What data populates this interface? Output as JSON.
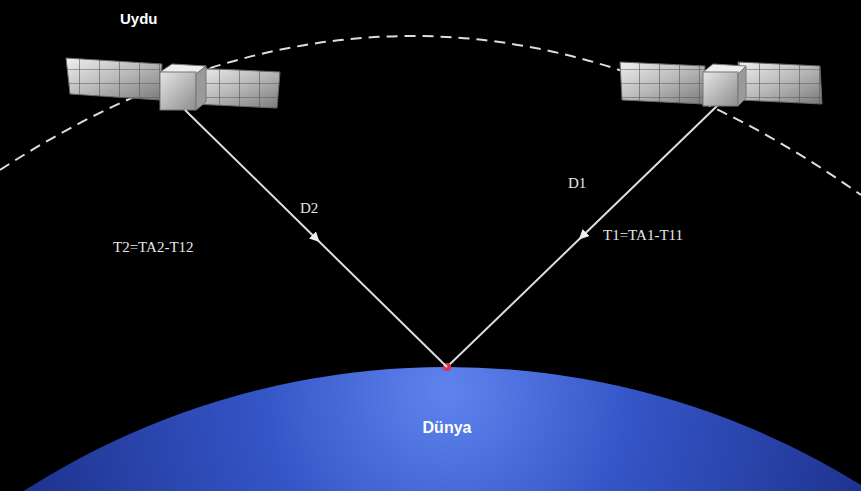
{
  "diagram": {
    "nodes": [
      {
        "text": [
          "Uydu"
        ]
      },
      {
        "text": [
          "Dünya"
        ]
      }
    ],
    "edges": [
      {
        "from": 0,
        "to": 1,
        "arrow": "to",
        "label": "D2"
      }
    ],
    "labels": [
      "D1",
      "T2=TA2-T12",
      "T1=TA1-T11"
    ]
  }
}
